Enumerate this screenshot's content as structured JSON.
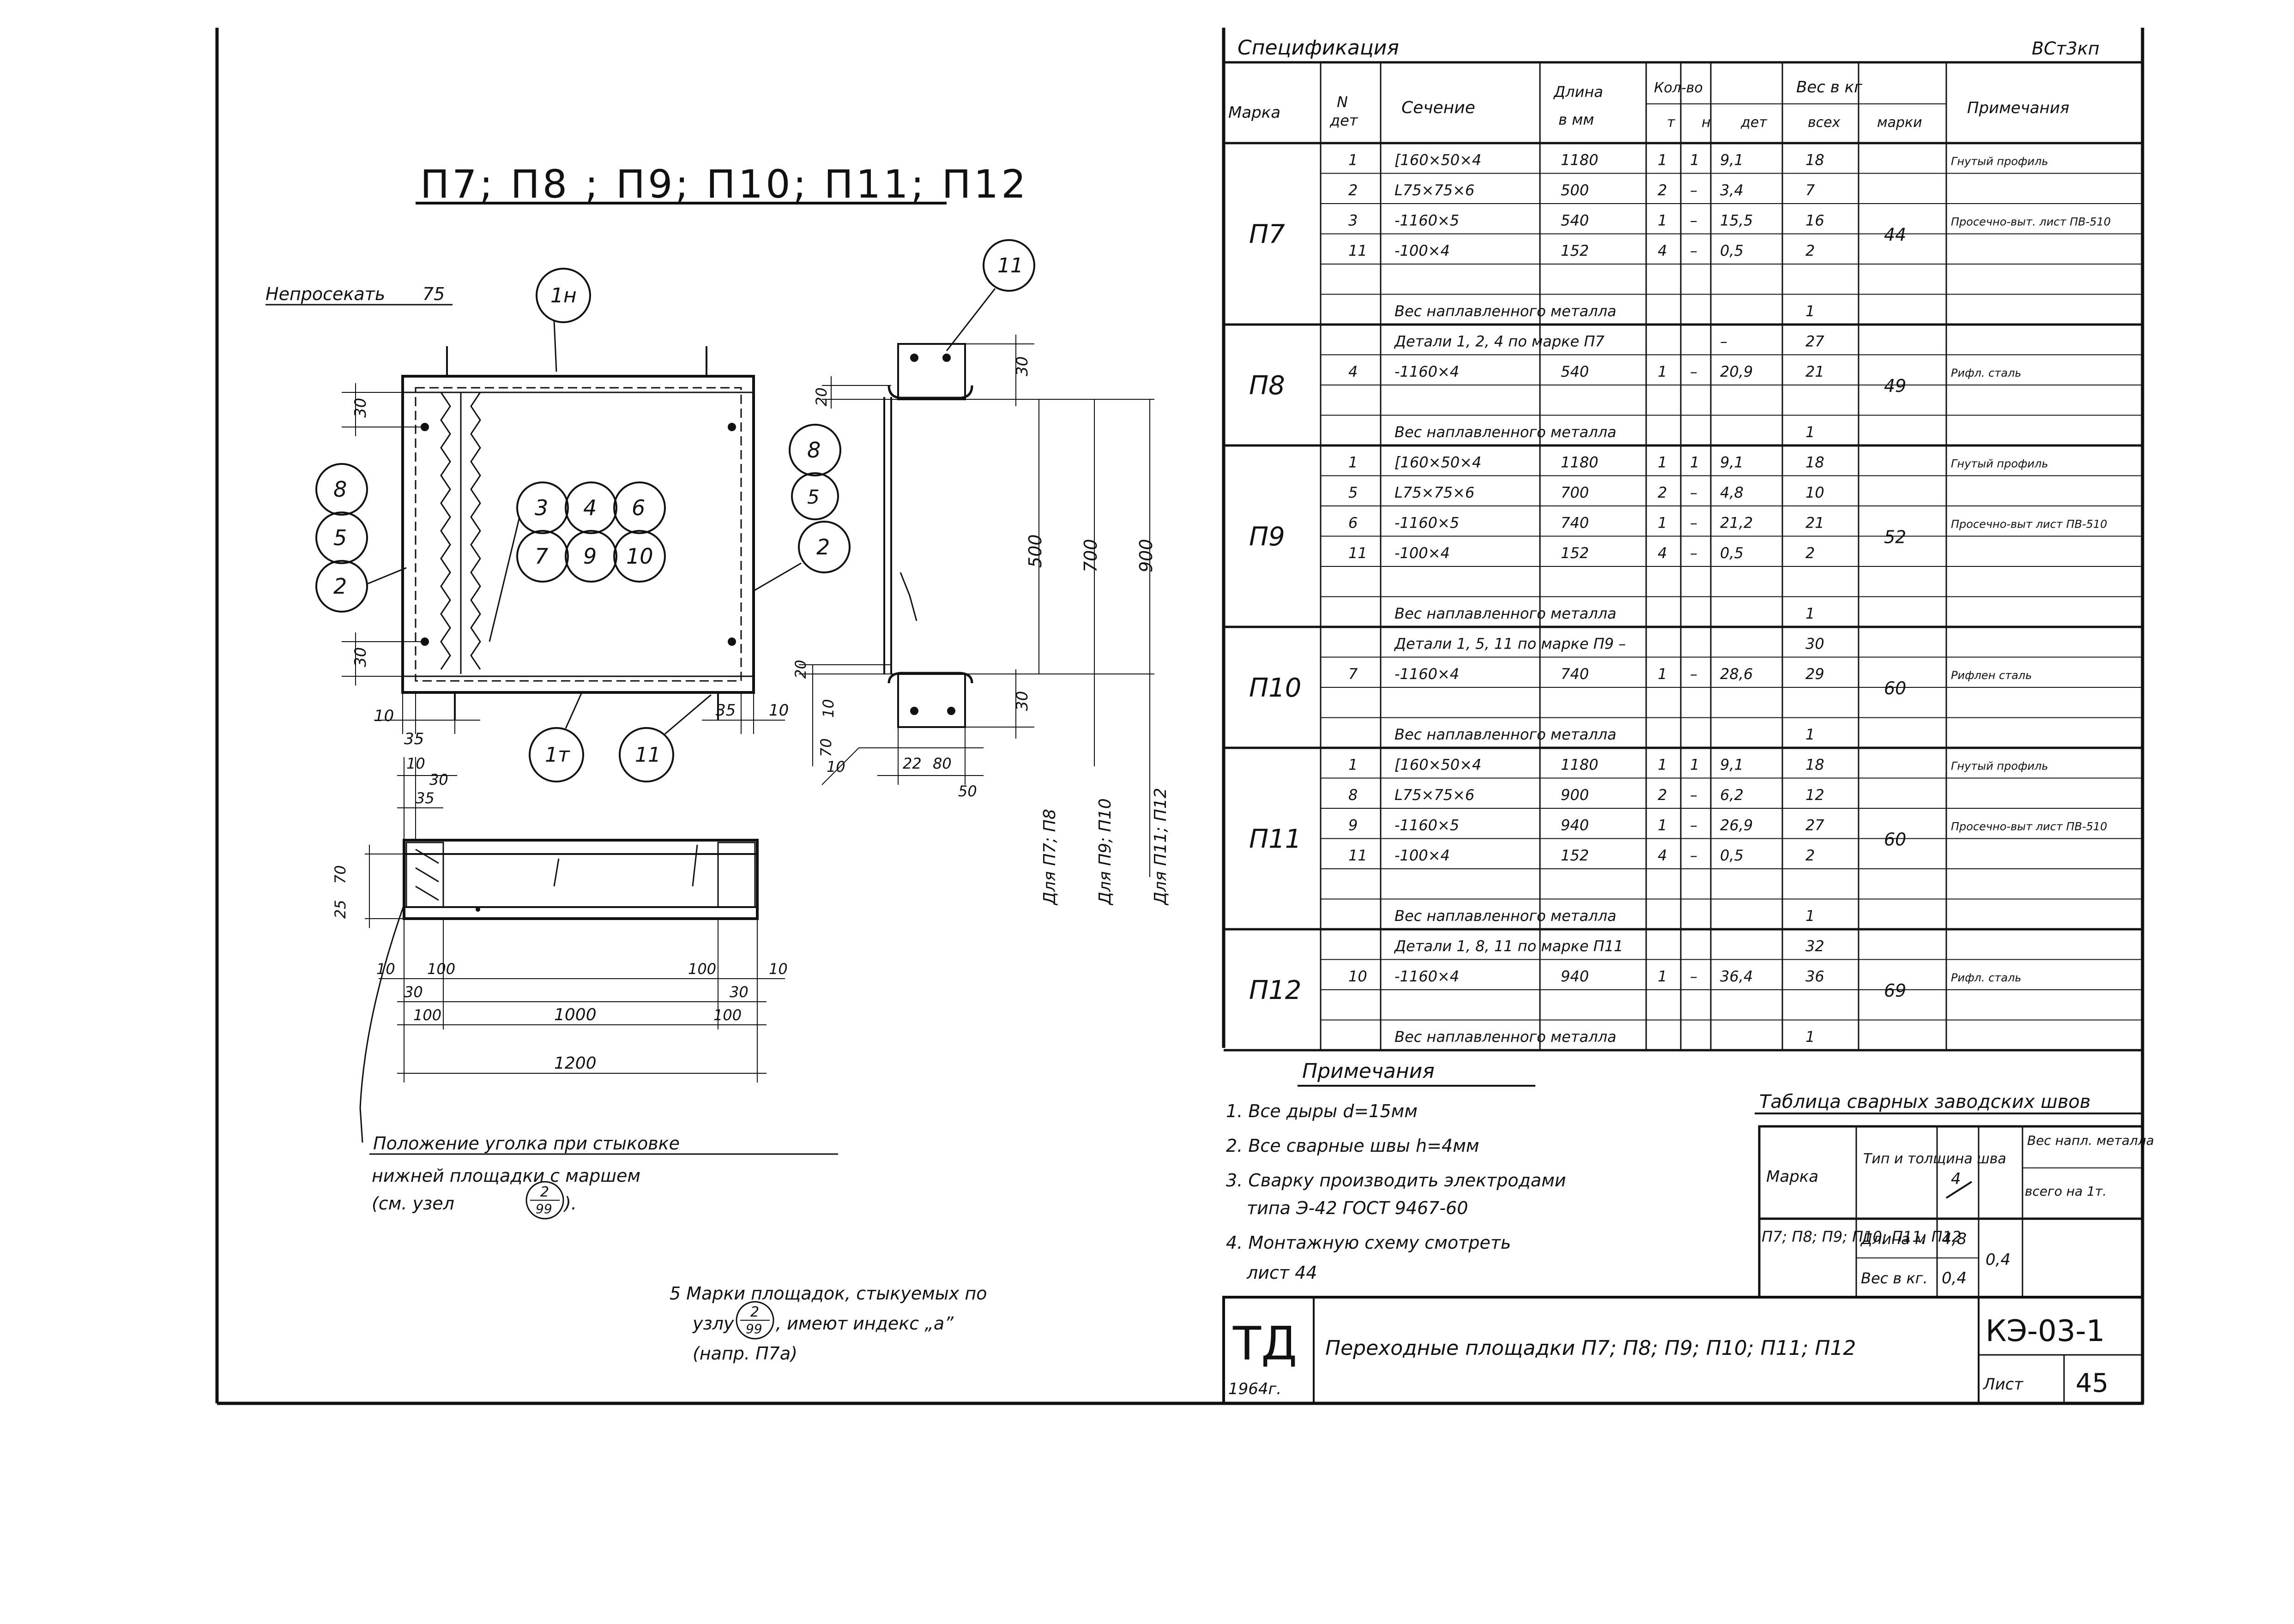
{
  "drawing": {
    "title": "П7; П8 ; П9; П10; П11; П12",
    "no_cut_label": "Непросекать",
    "no_cut_dim": "75",
    "plan": {
      "callouts_left": [
        "8",
        "5",
        "2"
      ],
      "callouts_center_top": [
        "3",
        "4",
        "6"
      ],
      "callouts_center_bottom": [
        "7",
        "9",
        "10"
      ],
      "callouts_right": [
        "8",
        "5",
        "2"
      ],
      "callout_top": "1н",
      "callout_bottom_1": "1т",
      "callout_bottom_2": "11",
      "dim_30_top": "30",
      "dim_30_bottom": "30",
      "dim_10_left": "10",
      "dim_35_left": "35",
      "dim_35_right": "35",
      "dim_10_right": "10"
    },
    "section": {
      "callout": "11",
      "dim_30_top": "30",
      "dim_20_top": "20",
      "dim_500": "500",
      "dim_700": "700",
      "dim_900": "900",
      "dim_20_bottom": "20",
      "dim_10_bottom": "10",
      "dim_70": "70",
      "dim_30_bottom": "30",
      "dim_10_b2": "10",
      "dim_22": "22",
      "dim_80": "80",
      "dim_50": "50",
      "for_p7": "Для П7; П8",
      "for_p9": "Для П9; П10",
      "for_p11": "Для П11; П12"
    },
    "elevation": {
      "dim_10_a": "10",
      "dim_30_a": "30",
      "dim_35_a": "35",
      "dim_25": "25",
      "dim_70": "70",
      "dim_10_b": "10",
      "dim_100_a": "100",
      "dim_30_b": "30",
      "dim_100_b": "100",
      "dim_1000": "1000",
      "dim_100_c": "100",
      "dim_100_d": "100",
      "dim_10_c": "10",
      "dim_30_c": "30",
      "dim_1200": "1200"
    },
    "angle_note_1": "Положение уголка при стыковке",
    "angle_note_2": "нижней площадки с маршем",
    "angle_note_3": "(см. узел",
    "angle_node_top": "2",
    "angle_node_bottom": "99",
    "angle_note_end": ").",
    "note5_1": "5 Марки площадок, стыкуемых по",
    "note5_2a": "узлу",
    "note5_node_top": "2",
    "note5_node_bottom": "99",
    "note5_2b": ", имеют индекс „а”",
    "note5_3": "(напр. П7а)"
  },
  "spec": {
    "title": "Спецификация",
    "steel": "ВСт3кп",
    "headers": {
      "mark": "Марка",
      "no": "N",
      "no2": "дет",
      "section": "Сечение",
      "length1": "Длина",
      "length2": "в мм",
      "qty": "Кол-во",
      "qty_t": "т",
      "qty_n": "н",
      "weight": "Вес в кг",
      "w_det": "дет",
      "w_all": "всех",
      "w_mark": "марки",
      "note": "Примечания"
    },
    "groups": [
      {
        "mark": "П7",
        "mark_weight": "44",
        "rows": [
          {
            "no": "1",
            "section": "[160×50×4",
            "length": "1180",
            "t": "1",
            "n": "1",
            "wdet": "9,1",
            "wall": "18",
            "note": "Гнутый профиль"
          },
          {
            "no": "2",
            "section": "L75×75×6",
            "length": "500",
            "t": "2",
            "n": "–",
            "wdet": "3,4",
            "wall": "7",
            "note": ""
          },
          {
            "no": "3",
            "section": "-1160×5",
            "length": "540",
            "t": "1",
            "n": "–",
            "wdet": "15,5",
            "wall": "16",
            "note": "Просечно-выт. лист ПВ-510"
          },
          {
            "no": "11",
            "section": "-100×4",
            "length": "152",
            "t": "4",
            "n": "–",
            "wdet": "0,5",
            "wall": "2",
            "note": ""
          },
          {
            "no": "",
            "section": "",
            "length": "",
            "t": "",
            "n": "",
            "wdet": "",
            "wall": "",
            "note": ""
          },
          {
            "no": "",
            "section": "Вес наплавленного металла",
            "length": "",
            "t": "",
            "n": "",
            "wdet": "",
            "wall": "1",
            "note": ""
          }
        ]
      },
      {
        "mark": "П8",
        "mark_weight": "49",
        "rows": [
          {
            "no": "",
            "section": "Детали 1, 2, 4 по марке П7",
            "length": "",
            "t": "",
            "n": "",
            "wdet": "–",
            "wall": "27",
            "note": ""
          },
          {
            "no": "4",
            "section": "-1160×4",
            "length": "540",
            "t": "1",
            "n": "–",
            "wdet": "20,9",
            "wall": "21",
            "note": "Рифл. сталь"
          },
          {
            "no": "",
            "section": "",
            "length": "",
            "t": "",
            "n": "",
            "wdet": "",
            "wall": "",
            "note": ""
          },
          {
            "no": "",
            "section": "Вес наплавленного металла",
            "length": "",
            "t": "",
            "n": "",
            "wdet": "",
            "wall": "1",
            "note": ""
          }
        ]
      },
      {
        "mark": "П9",
        "mark_weight": "52",
        "rows": [
          {
            "no": "1",
            "section": "[160×50×4",
            "length": "1180",
            "t": "1",
            "n": "1",
            "wdet": "9,1",
            "wall": "18",
            "note": "Гнутый профиль"
          },
          {
            "no": "5",
            "section": "L75×75×6",
            "length": "700",
            "t": "2",
            "n": "–",
            "wdet": "4,8",
            "wall": "10",
            "note": ""
          },
          {
            "no": "6",
            "section": "-1160×5",
            "length": "740",
            "t": "1",
            "n": "–",
            "wdet": "21,2",
            "wall": "21",
            "note": "Просечно-выт лист ПВ-510"
          },
          {
            "no": "11",
            "section": "-100×4",
            "length": "152",
            "t": "4",
            "n": "–",
            "wdet": "0,5",
            "wall": "2",
            "note": ""
          },
          {
            "no": "",
            "section": "",
            "length": "",
            "t": "",
            "n": "",
            "wdet": "",
            "wall": "",
            "note": ""
          },
          {
            "no": "",
            "section": "Вес наплавленного металла",
            "length": "",
            "t": "",
            "n": "",
            "wdet": "",
            "wall": "1",
            "note": ""
          }
        ]
      },
      {
        "mark": "П10",
        "mark_weight": "60",
        "rows": [
          {
            "no": "",
            "section": "Детали 1, 5, 11 по марке П9 –",
            "length": "",
            "t": "",
            "n": "",
            "wdet": "",
            "wall": "30",
            "note": ""
          },
          {
            "no": "7",
            "section": "-1160×4",
            "length": "740",
            "t": "1",
            "n": "–",
            "wdet": "28,6",
            "wall": "29",
            "note": "Рифлен сталь"
          },
          {
            "no": "",
            "section": "",
            "length": "",
            "t": "",
            "n": "",
            "wdet": "",
            "wall": "",
            "note": ""
          },
          {
            "no": "",
            "section": "Вес наплавленного металла",
            "length": "",
            "t": "",
            "n": "",
            "wdet": "",
            "wall": "1",
            "note": ""
          }
        ]
      },
      {
        "mark": "П11",
        "mark_weight": "60",
        "rows": [
          {
            "no": "1",
            "section": "[160×50×4",
            "length": "1180",
            "t": "1",
            "n": "1",
            "wdet": "9,1",
            "wall": "18",
            "note": "Гнутый профиль"
          },
          {
            "no": "8",
            "section": "L75×75×6",
            "length": "900",
            "t": "2",
            "n": "–",
            "wdet": "6,2",
            "wall": "12",
            "note": ""
          },
          {
            "no": "9",
            "section": "-1160×5",
            "length": "940",
            "t": "1",
            "n": "–",
            "wdet": "26,9",
            "wall": "27",
            "note": "Просечно-выт лист ПВ-510"
          },
          {
            "no": "11",
            "section": "-100×4",
            "length": "152",
            "t": "4",
            "n": "–",
            "wdet": "0,5",
            "wall": "2",
            "note": ""
          },
          {
            "no": "",
            "section": "",
            "length": "",
            "t": "",
            "n": "",
            "wdet": "",
            "wall": "",
            "note": ""
          },
          {
            "no": "",
            "section": "Вес наплавленного металла",
            "length": "",
            "t": "",
            "n": "",
            "wdet": "",
            "wall": "1",
            "note": ""
          }
        ]
      },
      {
        "mark": "П12",
        "mark_weight": "69",
        "rows": [
          {
            "no": "",
            "section": "Детали 1, 8, 11 по марке П11",
            "length": "",
            "t": "",
            "n": "",
            "wdet": "",
            "wall": "32",
            "note": ""
          },
          {
            "no": "10",
            "section": "-1160×4",
            "length": "940",
            "t": "1",
            "n": "–",
            "wdet": "36,4",
            "wall": "36",
            "note": "Рифл. сталь"
          },
          {
            "no": "",
            "section": "",
            "length": "",
            "t": "",
            "n": "",
            "wdet": "",
            "wall": "",
            "note": ""
          },
          {
            "no": "",
            "section": "Вес наплавленного металла",
            "length": "",
            "t": "",
            "n": "",
            "wdet": "",
            "wall": "1",
            "note": ""
          }
        ]
      }
    ]
  },
  "notes": {
    "title": "Примечания",
    "items": [
      "1. Все дыры d=15мм",
      "2. Все сварные швы h=4мм",
      "3. Сварку производить электродами",
      "типа Э-42 ГОСТ 9467-60",
      "4. Монтажную схему смотреть",
      "лист 44"
    ]
  },
  "weld_table": {
    "title": "Таблица сварных заводских швов",
    "mark_header": "Марка",
    "type_header": "Тип и толщина шва",
    "type_value": "4",
    "weld_metal_header": "Вес напл. металла",
    "total_header": "всего на 1т.",
    "marks": "П7; П8; П9; П10; П11; П12",
    "length_label": "Длина м",
    "length_value": "4,8",
    "weight_label": "Вес в кг.",
    "weight_value": "0,4",
    "total_value": "0,4"
  },
  "title_block": {
    "logo": "ТД",
    "year": "1964г.",
    "name": "Переходные площадки П7; П8; П9; П10; П11; П12",
    "code": "КЭ-03-1",
    "sheet_label": "Лист",
    "sheet_no": "45"
  }
}
